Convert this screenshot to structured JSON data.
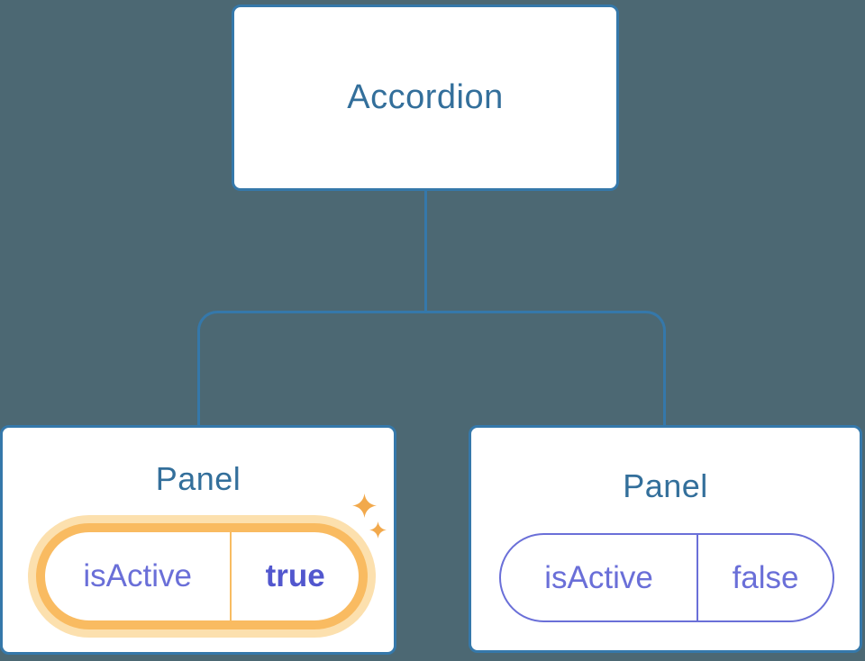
{
  "diagram": {
    "root": {
      "label": "Accordion"
    },
    "panels": [
      {
        "label": "Panel",
        "prop": "isActive",
        "value": "true",
        "highlighted": true,
        "icon": "sparkles-icon"
      },
      {
        "label": "Panel",
        "prop": "isActive",
        "value": "false",
        "highlighted": false
      }
    ]
  },
  "colors": {
    "bg": "#4C6873",
    "line": "#3578AA",
    "title": "#336F9B",
    "purple": "#6A6FD8",
    "purple_bold": "#5257CE",
    "ring": "#F9BB61",
    "glow": "#FCE0AE",
    "divider_orange": "#F8BC62",
    "sparkle": "#F2A94C",
    "node_bg": "#FFFFFF"
  }
}
